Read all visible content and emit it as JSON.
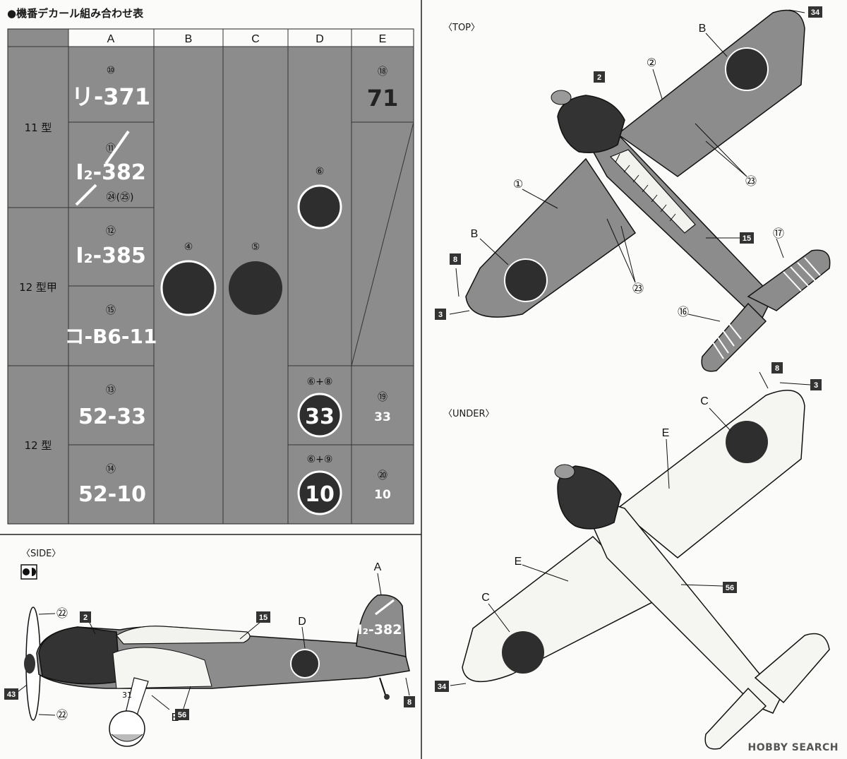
{
  "heading": "●機番デカール組み合わせ表",
  "table": {
    "columns": [
      "A",
      "B",
      "C",
      "D",
      "E"
    ],
    "rows": [
      "11 型",
      "12 型甲",
      "12 型"
    ],
    "cells": [
      {
        "num": "⑩",
        "code": "リ-371"
      },
      {
        "num": "⑪",
        "code": "I₂-382",
        "sub": "㉔(㉕)"
      },
      {
        "num": "⑫",
        "code": "I₂-385"
      },
      {
        "num": "⑮",
        "code": "コ-B6-11"
      },
      {
        "num": "⑬",
        "code": "52-33"
      },
      {
        "num": "⑭",
        "code": "52-10"
      }
    ],
    "b_num": "④",
    "c_num": "⑤",
    "d_top_num": "⑥",
    "d_r3_num": "⑥+⑧",
    "d_r3_val": "33",
    "d_r4_num": "⑥+⑨",
    "d_r4_val": "10",
    "e_top_num": "⑱",
    "e_top_val": "71",
    "e_r3_num": "⑲",
    "e_r3_val": "33",
    "e_r4_num": "⑳",
    "e_r4_val": "10"
  },
  "views": {
    "top": "〈TOP〉",
    "under": "〈UNDER〉",
    "side": "〈SIDE〉"
  },
  "labels": {
    "top": {
      "b1": "B",
      "b2": "B",
      "n1": "①",
      "n2": "②",
      "n23a": "㉓",
      "n23b": "㉓",
      "n17": "⑰",
      "n16": "⑯",
      "box2": "2",
      "box8": "8",
      "box3": "3",
      "box15": "15",
      "box34": "34"
    },
    "under": {
      "c1": "C",
      "c2": "C",
      "e1": "E",
      "e2": "E",
      "box8": "8",
      "box3": "3",
      "box56": "56",
      "box34": "34"
    },
    "side": {
      "a": "A",
      "d": "D",
      "e": "E",
      "n22a": "㉒",
      "n22b": "㉒",
      "box2": "2",
      "box15": "15",
      "box43": "43",
      "box56": "56",
      "box8": "8",
      "tail_code": "I₂-382",
      "gear_num": "31"
    }
  },
  "watermark": "HOBBY SEARCH",
  "colors": {
    "panel": "#8c8c8c",
    "dark": "#3a3a3a",
    "line": "#111111",
    "light_aircraft": "#f5f5f2"
  }
}
